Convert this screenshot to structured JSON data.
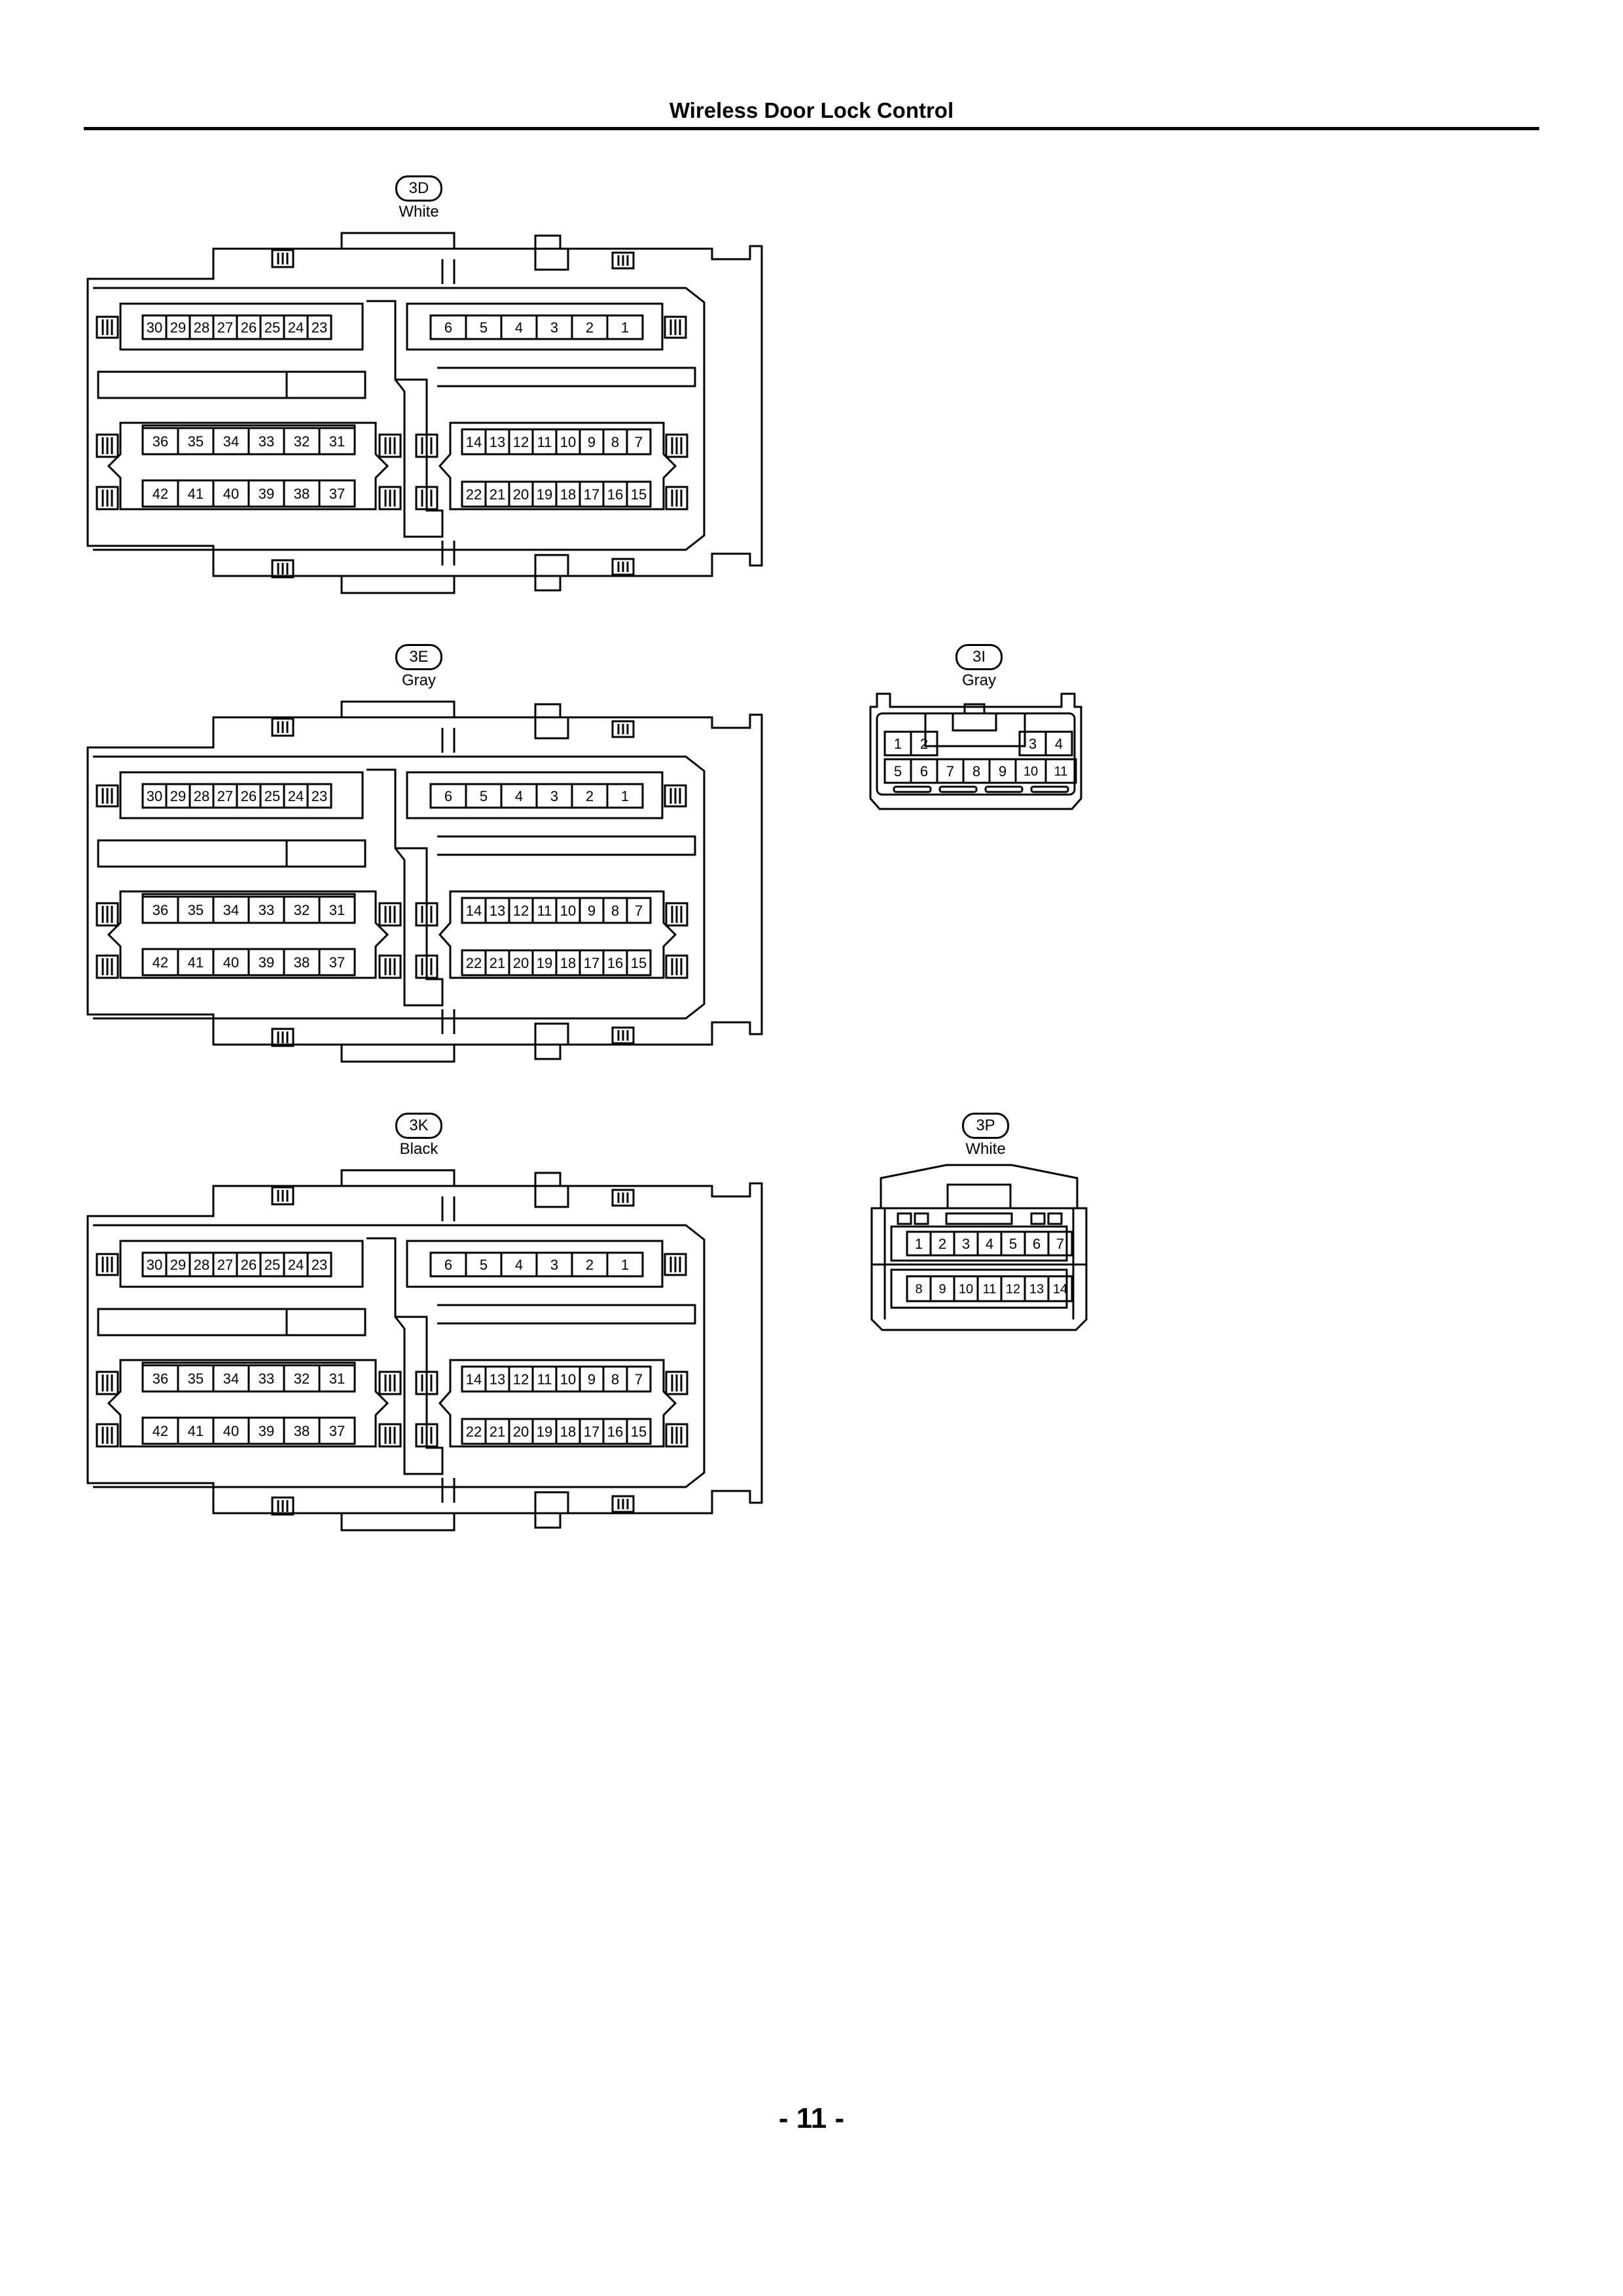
{
  "page": {
    "title": "Wireless Door Lock Control",
    "page_number": "- 11 -"
  },
  "large_connector_pins": {
    "upper_left": [
      "30",
      "29",
      "28",
      "27",
      "26",
      "25",
      "24",
      "23"
    ],
    "upper_right": [
      "6",
      "5",
      "4",
      "3",
      "2",
      "1"
    ],
    "middle_left": [
      "36",
      "35",
      "34",
      "33",
      "32",
      "31"
    ],
    "lower_left": [
      "42",
      "41",
      "40",
      "39",
      "38",
      "37"
    ],
    "middle_right": [
      "14",
      "13",
      "12",
      "11",
      "10",
      "9",
      "8",
      "7"
    ],
    "lower_right": [
      "22",
      "21",
      "20",
      "19",
      "18",
      "17",
      "16",
      "15"
    ]
  },
  "connectors": {
    "c3D": {
      "id": "3D",
      "color": "White"
    },
    "c3E": {
      "id": "3E",
      "color": "Gray"
    },
    "c3K": {
      "id": "3K",
      "color": "Black"
    },
    "c3I": {
      "id": "3I",
      "color": "Gray",
      "row1_left": [
        "1",
        "2"
      ],
      "row1_right": [
        "3",
        "4"
      ],
      "row2": [
        "5",
        "6",
        "7",
        "8",
        "9",
        "10",
        "11"
      ]
    },
    "c3P": {
      "id": "3P",
      "color": "White",
      "row1": [
        "1",
        "2",
        "3",
        "4",
        "5",
        "6",
        "7"
      ],
      "row2": [
        "8",
        "9",
        "10",
        "11",
        "12",
        "13",
        "14"
      ]
    }
  }
}
